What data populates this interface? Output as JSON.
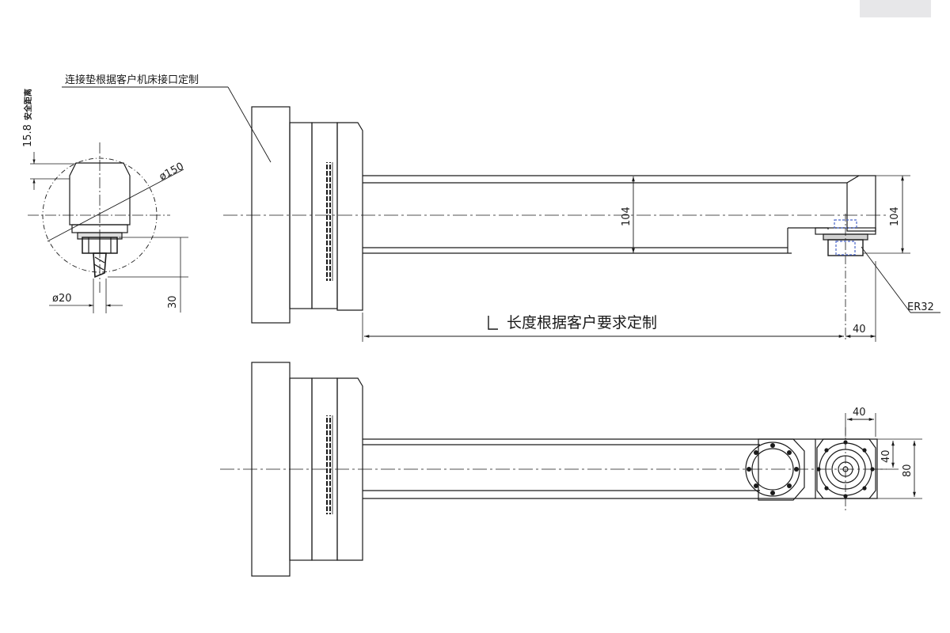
{
  "notes": {
    "connector": "连接垫根据客户机床接口定制",
    "length": "长度根据客户要求定制",
    "safety": "安全距离",
    "length_symbol": "L"
  },
  "dimensions": {
    "safety_gap": "15.8",
    "dia150": "ø150",
    "dia20": "ø20",
    "h30": "30",
    "h104_inner": "104",
    "h104_end": "104",
    "w40_side": "40",
    "collet": "ER32",
    "w40_top": "40",
    "h40_top": "40",
    "h80_top": "80"
  },
  "colors": {
    "line": "#1a1a1a",
    "tab": "#e7e7e9"
  }
}
